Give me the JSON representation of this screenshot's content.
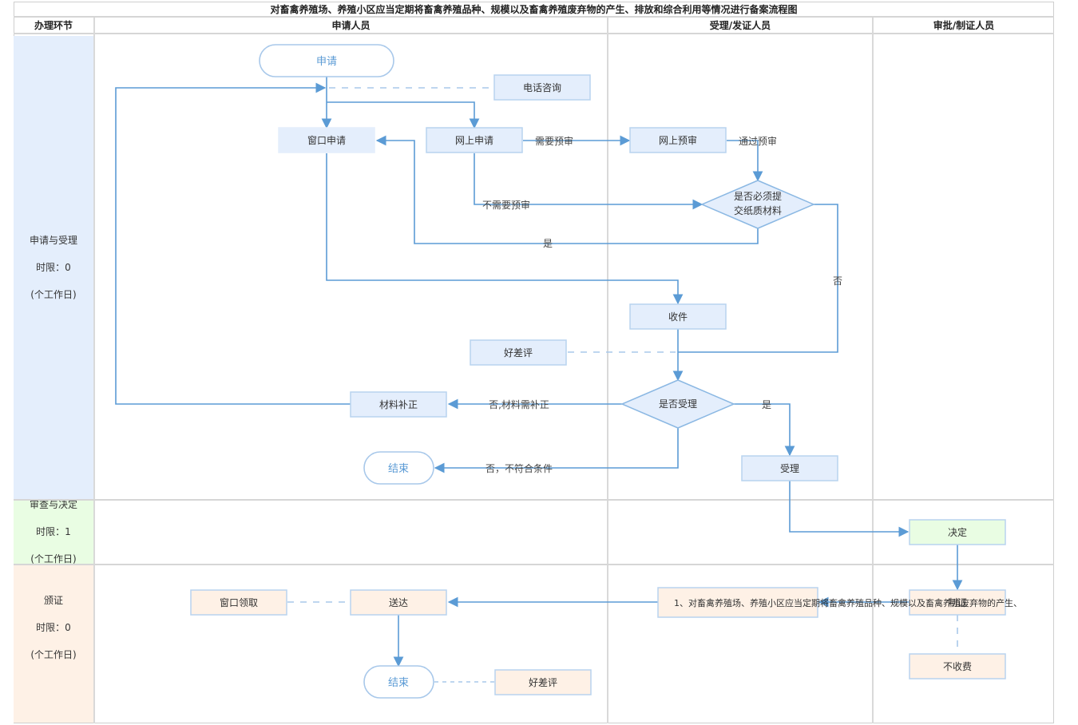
{
  "title": "对畜禽养殖场、养殖小区应当定期将畜禽养殖品种、规模以及畜禽养殖废弃物的产生、排放和综合利用等情况进行备案流程图",
  "columns": [
    "办理环节",
    "申请人员",
    "受理/发证人员",
    "审批/制证人员"
  ],
  "phases": [
    {
      "name": "申请与受理",
      "limit": "时限：0",
      "unit": "(个工作日)",
      "color": "#e4eefc"
    },
    {
      "name": "审查与决定",
      "limit": "时限：1",
      "unit": "(个工作日)",
      "color": "#e9fde3"
    },
    {
      "name": "颁证",
      "limit": "时限：0",
      "unit": "(个工作日)",
      "color": "#fef1e6"
    }
  ],
  "colors": {
    "line": "#5b9bd5",
    "dashed": "#a8c8ea",
    "box_border": "#b8d3ef",
    "blue_fill": "#e4eefc",
    "green_fill": "#e9fde3",
    "orange_fill": "#fef1e6",
    "grid": "#d6d6d6"
  },
  "nodes": {
    "start": "申请",
    "phone": "电话咨询",
    "window_apply": "窗口申请",
    "online_apply": "网上申请",
    "online_precheck": "网上预审",
    "paper_decision_l1": "是否必须提",
    "paper_decision_l2": "交纸质材料",
    "receive": "收件",
    "rating1": "好差评",
    "accept_decision": "是否受理",
    "supplement": "材料补正",
    "end1": "结束",
    "accept": "受理",
    "decide": "决定",
    "result": "1、对畜禽养殖场、养殖小区应当定期将畜禽养殖品种、规模以及畜禽养殖废弃物的产生、",
    "produce": "制证",
    "nofee": "不收费",
    "deliver": "送达",
    "window_pickup": "窗口领取",
    "end2": "结束",
    "rating2": "好差评"
  },
  "edges": {
    "need_precheck": "需要预审",
    "pass_precheck": "通过预审",
    "no_precheck": "不需要预审",
    "yes1": "是",
    "no1": "否",
    "no_supplement": "否,材料需补正",
    "yes2": "是",
    "no_reject": "否，不符合条件"
  }
}
